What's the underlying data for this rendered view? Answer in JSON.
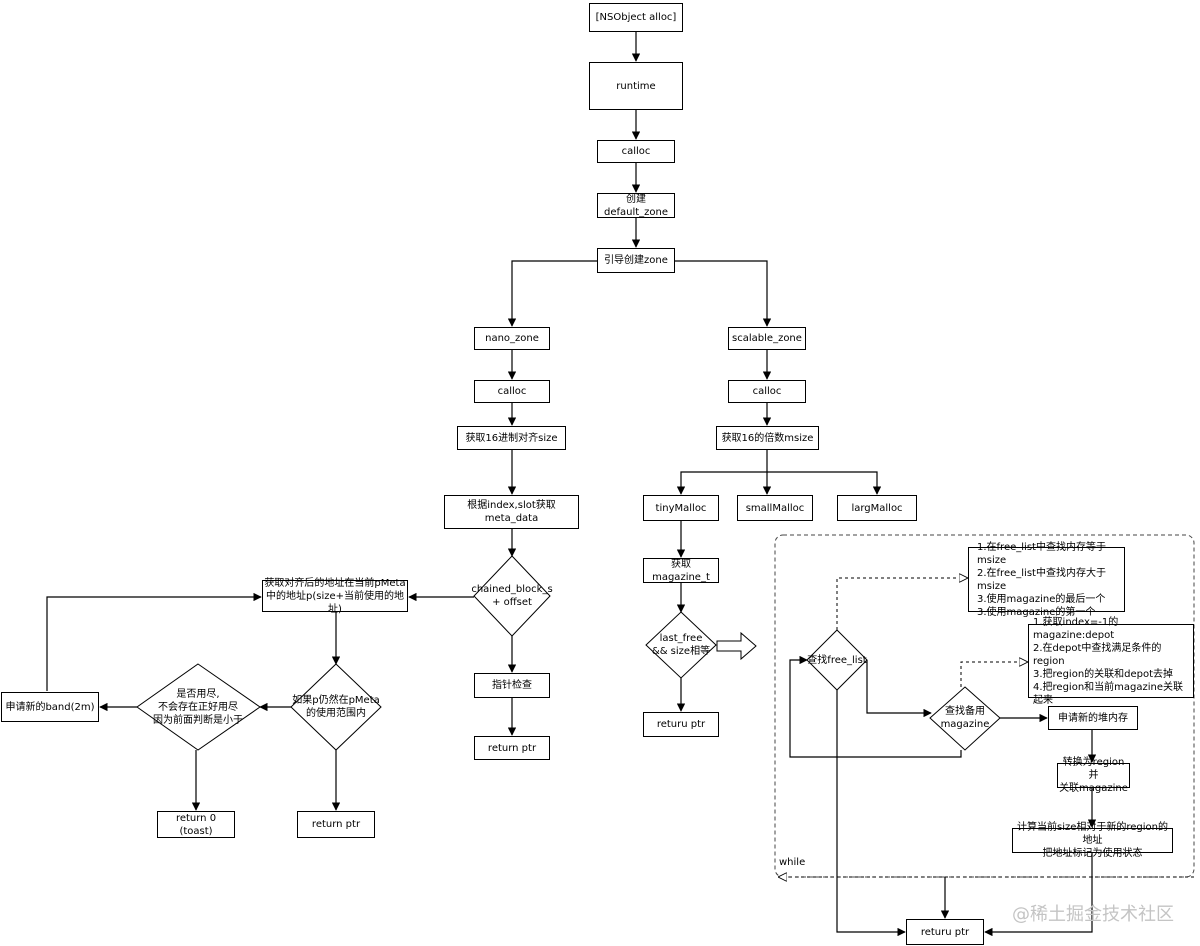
{
  "nodes": {
    "ns_alloc": "[NSObject alloc]",
    "runtime": "runtime",
    "calloc1": "calloc",
    "create_default_zone": "创建default_zone",
    "guide_create_zone": "引导创建zone",
    "nano_zone": "nano_zone",
    "scalable_zone": "scalable_zone",
    "nano_calloc": "calloc",
    "scalable_calloc": "calloc",
    "get_hex_align_size": "获取16进制对齐size",
    "get_multiple_msize": "获取16的倍数msize",
    "get_meta_data": "根据index,slot获取meta_data",
    "tiny_malloc": "tinyMalloc",
    "small_malloc": "smallMalloc",
    "large_malloc": "largMalloc",
    "chained_block": "chained_block_s\n+ offset",
    "get_magazine": "获取magazine_t",
    "pointer_check": "指针检查",
    "return_ptr_mid": "return ptr",
    "last_free": "last_free\n&& size相等",
    "return_ptr_tiny": "returu ptr",
    "get_aligned_addr": "获取对齐后的地址在当前pMeta\n中的地址p(size+当前使用的地址)",
    "if_in_pmeta": "如果p仍然在pMeta\n的使用范围内",
    "is_exhausted": "是否用尽,\n不会存在正好用尽\n因为前面判断是小于",
    "apply_band": "申请新的band(2m)",
    "return_zero": "return 0 (toast)",
    "return_ptr_left": "return ptr",
    "find_free_list": "查找free_list",
    "find_backup_magazine": "查找备用\nmagazine",
    "note_free_list": "1.在free_list中查找内存等于msize\n2.在free_list中查找内存大于msize\n3.使用magazine的最后一个\n3.使用magazine的第一个",
    "note_depot": "1.获取index=-1的magazine:depot\n2.在depot中查找满足条件的region\n3.把region的关联和depot去掉\n4.把region和当前magazine关联起来",
    "apply_heap": "申请新的堆内存",
    "convert_region": "转换为region并\n关联magazine",
    "compute_addr": "计算当前size相对于新的region的地址\n把地址标记为使用状态",
    "return_ptr_final": "returu ptr"
  },
  "labels": {
    "while": "while"
  },
  "watermark": "@稀土掘金技术社区"
}
